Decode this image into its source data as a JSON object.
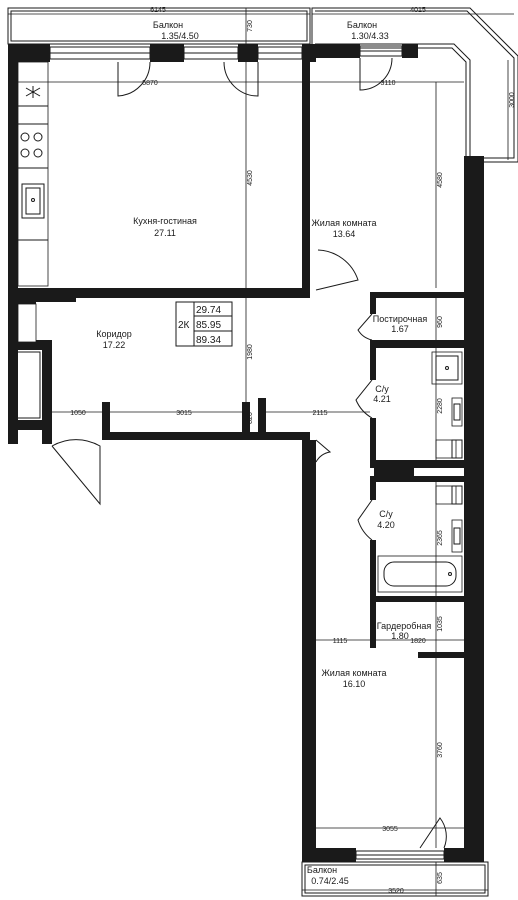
{
  "rooms": {
    "kitchen": {
      "name": "Кухня-гостиная",
      "area": "27.11"
    },
    "living1": {
      "name": "Жилая комната",
      "area": "13.64"
    },
    "corridor": {
      "name": "Коридор",
      "area": "17.22"
    },
    "laundry": {
      "name": "Постирочная",
      "area": "1.67"
    },
    "bath1": {
      "name": "С/у",
      "area": "4.21"
    },
    "bath2": {
      "name": "С/у",
      "area": "4.20"
    },
    "wardrobe": {
      "name": "Гардеробная",
      "area": "1.80"
    },
    "living2": {
      "name": "Жилая комната",
      "area": "16.10"
    },
    "balcony1": {
      "name": "Балкон",
      "area": "1.35/4.50"
    },
    "balcony2": {
      "name": "Балкон",
      "area": "1.30/4.33"
    },
    "balcony3": {
      "name": "Балкон",
      "area": "0.74/2.45"
    }
  },
  "summary": {
    "type": "2К",
    "living": "29.74",
    "total": "85.95",
    "with_balcony": "89.34"
  },
  "dimensions": {
    "top_left": "6145",
    "top_balcony_depth": "730",
    "top_right": "4015",
    "right_balcony": "3000",
    "kitchen_width": "5870",
    "living1_width": "3110",
    "kitchen_height": "4530",
    "living1_height": "4580",
    "laundry_height": "960",
    "corridor_height": "1980",
    "bath1_height": "2280",
    "bath2_height": "2365",
    "wardrobe_height": "1035",
    "wardrobe_width": "1820",
    "living2_left": "1115",
    "corridor_w1": "1050",
    "corridor_w2": "3015",
    "corridor_h2": "820",
    "corridor_w3": "2115",
    "living2_height": "3760",
    "living2_width": "3055",
    "bottom_balcony_depth": "635",
    "bottom_balcony_width": "3520"
  }
}
